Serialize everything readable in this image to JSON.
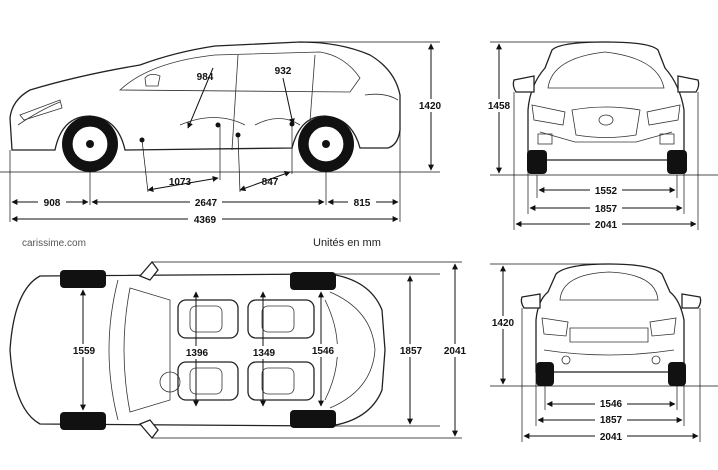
{
  "brand": "carissime.com",
  "units_note": "Unités en mm",
  "side_view": {
    "front_overhang": "908",
    "wheelbase": "2647",
    "rear_overhang": "815",
    "overall_length": "4369",
    "height": "1420",
    "front_legroom": "984",
    "rear_legroom": "932",
    "front_seat_to_axle": "1073",
    "rear_seat_spacing": "847"
  },
  "front_view": {
    "height": "1458",
    "track": "1552",
    "body_width": "1857",
    "width_with_mirrors": "2041"
  },
  "top_view": {
    "front_track_inner": "1559",
    "front_shoulder": "1396",
    "rear_shoulder": "1349",
    "rear_track_inner": "1546",
    "body_width": "1857",
    "width_with_mirrors": "2041"
  },
  "rear_view": {
    "height": "1420",
    "track": "1546",
    "body_width": "1857",
    "width_with_mirrors": "2041"
  }
}
